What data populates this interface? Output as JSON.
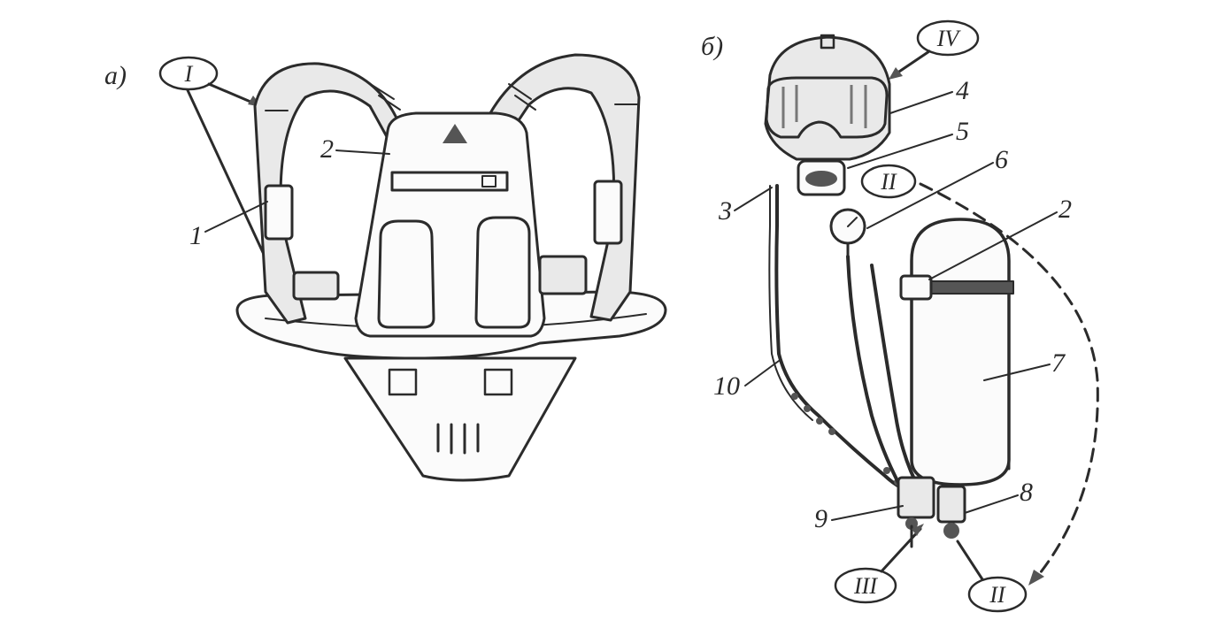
{
  "panel_a": {
    "panel_label": "а)",
    "callouts": {
      "roman_I": "I",
      "num_1": "1",
      "num_2": "2"
    }
  },
  "panel_b": {
    "panel_label": "б)",
    "callouts": {
      "roman_IV": "IV",
      "num_4": "4",
      "num_5": "5",
      "num_6": "6",
      "roman_II_top": "II",
      "num_2": "2",
      "num_3": "3",
      "num_7": "7",
      "num_10": "10",
      "num_8": "8",
      "num_9": "9",
      "roman_III": "III",
      "roman_II_bottom": "II"
    }
  }
}
